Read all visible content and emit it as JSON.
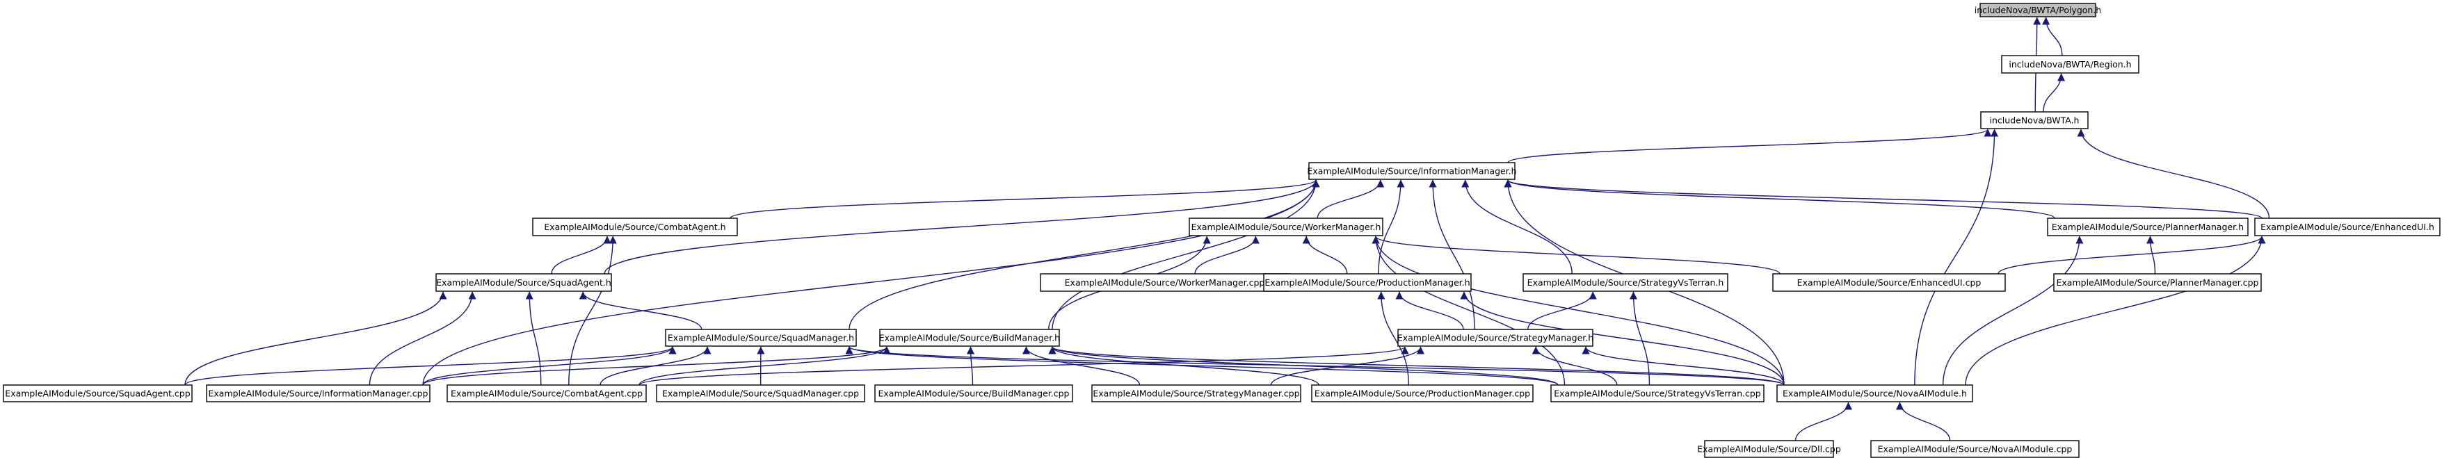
{
  "colors": {
    "edge": "#191970",
    "node_border": "#000000",
    "root_fill": "#bfbfbf",
    "node_fill": "#ffffff",
    "background": "#ffffff"
  },
  "nodes": [
    {
      "id": "polygon_h",
      "label": "includeNova/BWTA/Polygon.h",
      "root": true
    },
    {
      "id": "region_h",
      "label": "includeNova/BWTA/Region.h"
    },
    {
      "id": "bwta_h",
      "label": "includeNova/BWTA.h"
    },
    {
      "id": "info_h",
      "label": "ExampleAIModule/Source/InformationManager.h"
    },
    {
      "id": "combat_h",
      "label": "ExampleAIModule/Source/CombatAgent.h"
    },
    {
      "id": "worker_h",
      "label": "ExampleAIModule/Source/WorkerManager.h"
    },
    {
      "id": "planner_h",
      "label": "ExampleAIModule/Source/PlannerManager.h"
    },
    {
      "id": "enhanced_h",
      "label": "ExampleAIModule/Source/EnhancedUI.h"
    },
    {
      "id": "squadagent_h",
      "label": "ExampleAIModule/Source/SquadAgent.h"
    },
    {
      "id": "worker_cpp",
      "label": "ExampleAIModule/Source/WorkerManager.cpp"
    },
    {
      "id": "production_h",
      "label": "ExampleAIModule/Source/ProductionManager.h"
    },
    {
      "id": "svt_h",
      "label": "ExampleAIModule/Source/StrategyVsTerran.h"
    },
    {
      "id": "enhanced_cpp",
      "label": "ExampleAIModule/Source/EnhancedUI.cpp"
    },
    {
      "id": "planner_cpp",
      "label": "ExampleAIModule/Source/PlannerManager.cpp"
    },
    {
      "id": "squadmgr_h",
      "label": "ExampleAIModule/Source/SquadManager.h"
    },
    {
      "id": "build_h",
      "label": "ExampleAIModule/Source/BuildManager.h"
    },
    {
      "id": "strategy_h",
      "label": "ExampleAIModule/Source/StrategyManager.h"
    },
    {
      "id": "squadagent_cpp",
      "label": "ExampleAIModule/Source/SquadAgent.cpp"
    },
    {
      "id": "info_cpp",
      "label": "ExampleAIModule/Source/InformationManager.cpp"
    },
    {
      "id": "combat_cpp",
      "label": "ExampleAIModule/Source/CombatAgent.cpp"
    },
    {
      "id": "squadmgr_cpp",
      "label": "ExampleAIModule/Source/SquadManager.cpp"
    },
    {
      "id": "build_cpp",
      "label": "ExampleAIModule/Source/BuildManager.cpp"
    },
    {
      "id": "strategy_cpp",
      "label": "ExampleAIModule/Source/StrategyManager.cpp"
    },
    {
      "id": "production_cpp",
      "label": "ExampleAIModule/Source/ProductionManager.cpp"
    },
    {
      "id": "svt_cpp",
      "label": "ExampleAIModule/Source/StrategyVsTerran.cpp"
    },
    {
      "id": "novaai_h",
      "label": "ExampleAIModule/Source/NovaAIModule.h"
    },
    {
      "id": "dll_cpp",
      "label": "ExampleAIModule/Source/Dll.cpp"
    },
    {
      "id": "novaai_cpp",
      "label": "ExampleAIModule/Source/NovaAIModule.cpp"
    }
  ],
  "edges": [
    [
      "polygon_h",
      "region_h"
    ],
    [
      "polygon_h",
      "bwta_h"
    ],
    [
      "region_h",
      "bwta_h"
    ],
    [
      "bwta_h",
      "info_h"
    ],
    [
      "bwta_h",
      "enhanced_h"
    ],
    [
      "bwta_h",
      "novaai_h"
    ],
    [
      "info_h",
      "combat_h"
    ],
    [
      "info_h",
      "worker_h"
    ],
    [
      "info_h",
      "planner_h"
    ],
    [
      "info_h",
      "enhanced_h"
    ],
    [
      "info_h",
      "squadagent_h"
    ],
    [
      "info_h",
      "production_h"
    ],
    [
      "info_h",
      "svt_h"
    ],
    [
      "info_h",
      "squadmgr_h"
    ],
    [
      "info_h",
      "build_h"
    ],
    [
      "info_h",
      "strategy_h"
    ],
    [
      "info_h",
      "info_cpp"
    ],
    [
      "info_h",
      "novaai_h"
    ],
    [
      "combat_h",
      "squadagent_h"
    ],
    [
      "combat_h",
      "combat_cpp"
    ],
    [
      "worker_h",
      "worker_cpp"
    ],
    [
      "worker_h",
      "production_h"
    ],
    [
      "worker_h",
      "enhanced_cpp"
    ],
    [
      "worker_h",
      "build_h"
    ],
    [
      "worker_h",
      "novaai_h"
    ],
    [
      "worker_h",
      "svt_cpp"
    ],
    [
      "planner_h",
      "planner_cpp"
    ],
    [
      "planner_h",
      "novaai_h"
    ],
    [
      "enhanced_h",
      "enhanced_cpp"
    ],
    [
      "enhanced_h",
      "novaai_h"
    ],
    [
      "squadagent_h",
      "squadmgr_h"
    ],
    [
      "squadagent_h",
      "squadagent_cpp"
    ],
    [
      "squadagent_h",
      "info_cpp"
    ],
    [
      "squadagent_h",
      "combat_cpp"
    ],
    [
      "production_h",
      "strategy_h"
    ],
    [
      "production_h",
      "production_cpp"
    ],
    [
      "production_h",
      "novaai_h"
    ],
    [
      "svt_h",
      "strategy_h"
    ],
    [
      "svt_h",
      "svt_cpp"
    ],
    [
      "squadmgr_h",
      "squadagent_cpp"
    ],
    [
      "squadmgr_h",
      "info_cpp"
    ],
    [
      "squadmgr_h",
      "combat_cpp"
    ],
    [
      "squadmgr_h",
      "squadmgr_cpp"
    ],
    [
      "squadmgr_h",
      "svt_cpp"
    ],
    [
      "squadmgr_h",
      "novaai_h"
    ],
    [
      "build_h",
      "build_cpp"
    ],
    [
      "build_h",
      "strategy_cpp"
    ],
    [
      "build_h",
      "production_cpp"
    ],
    [
      "build_h",
      "svt_cpp"
    ],
    [
      "build_h",
      "novaai_h"
    ],
    [
      "build_h",
      "combat_cpp"
    ],
    [
      "build_h",
      "info_cpp"
    ],
    [
      "strategy_h",
      "strategy_cpp"
    ],
    [
      "strategy_h",
      "svt_cpp"
    ],
    [
      "strategy_h",
      "novaai_h"
    ],
    [
      "strategy_h",
      "combat_cpp"
    ],
    [
      "novaai_h",
      "dll_cpp"
    ],
    [
      "novaai_h",
      "novaai_cpp"
    ]
  ]
}
